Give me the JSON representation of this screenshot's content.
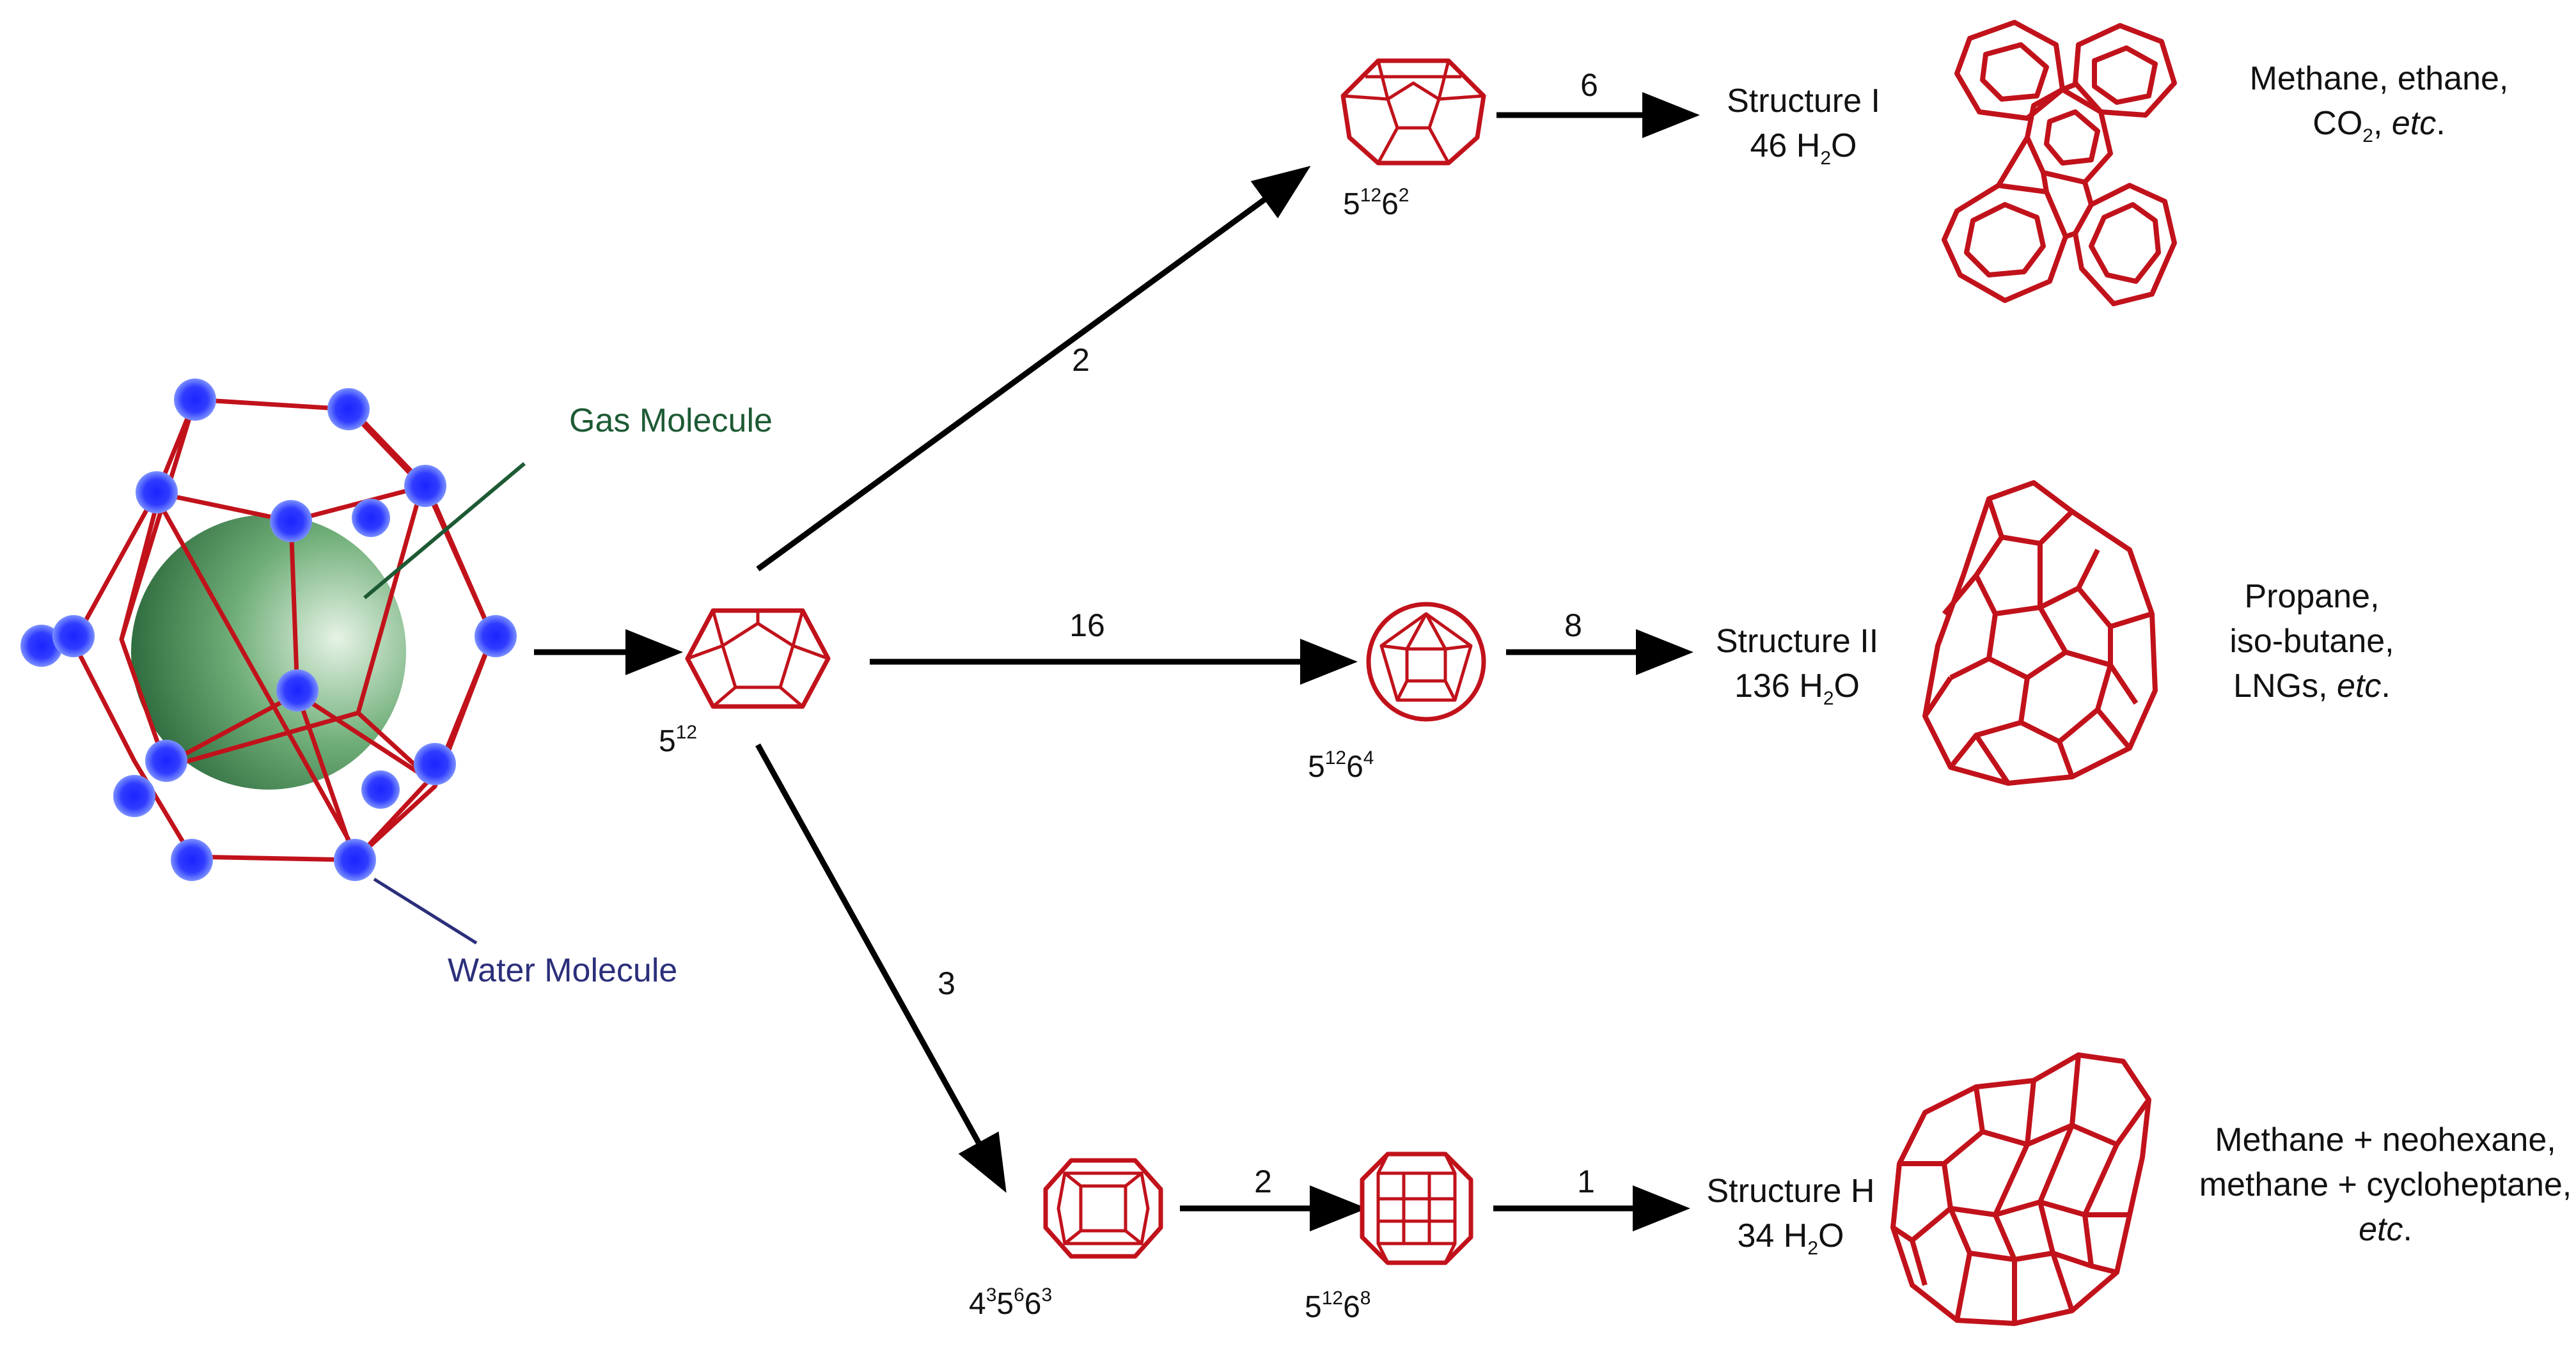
{
  "colors": {
    "cage": "#c1121b",
    "water_molecule": "#1f2bff",
    "gas_molecule": "#2e7d46",
    "gas_label": "#1d5a34",
    "water_label": "#2b2f7a",
    "arrow": "#000000"
  },
  "labels": {
    "gas_molecule": "Gas Molecule",
    "water_molecule": "Water Molecule"
  },
  "cages": {
    "c512": {
      "base": "5",
      "sup": "12"
    },
    "c51262": {
      "parts": [
        {
          "t": "5",
          "s": "12"
        },
        {
          "t": "6",
          "s": "2"
        }
      ]
    },
    "c51264": {
      "parts": [
        {
          "t": "5",
          "s": "12"
        },
        {
          "t": "6",
          "s": "4"
        }
      ]
    },
    "c435663": {
      "parts": [
        {
          "t": "4",
          "s": "3"
        },
        {
          "t": "5",
          "s": "6"
        },
        {
          "t": "6",
          "s": "3"
        }
      ]
    },
    "c51268": {
      "parts": [
        {
          "t": "5",
          "s": "12"
        },
        {
          "t": "6",
          "s": "8"
        }
      ]
    }
  },
  "arrow_counts": {
    "to_51262": "2",
    "to_51264": "16",
    "to_435663": "3",
    "sI": "6",
    "sII": "8",
    "c435663_to_51268": "2",
    "sH": "1"
  },
  "structures": {
    "sI": {
      "name": "Structure I",
      "water_count": "46",
      "water_formula": {
        "a": "H",
        "sub": "2",
        "b": "O"
      }
    },
    "sII": {
      "name": "Structure II",
      "water_count": "136",
      "water_formula": {
        "a": "H",
        "sub": "2",
        "b": "O"
      }
    },
    "sH": {
      "name": "Structure H",
      "water_count": "34",
      "water_formula": {
        "a": "H",
        "sub": "2",
        "b": "O"
      }
    }
  },
  "guests": {
    "sI": {
      "line1": "Methane, ethane,",
      "line2_a": "CO",
      "line2_sub": "2",
      "line2_b": ", ",
      "line2_ital": "etc",
      "line2_end": "."
    },
    "sII": {
      "line1": "Propane,",
      "line2": "iso-butane,",
      "line3_a": "LNGs, ",
      "line3_ital": "etc",
      "line3_end": "."
    },
    "sH": {
      "line1": "Methane + neohexane,",
      "line2": "methane + cycloheptane,",
      "line3_ital": "etc",
      "line3_end": "."
    }
  }
}
